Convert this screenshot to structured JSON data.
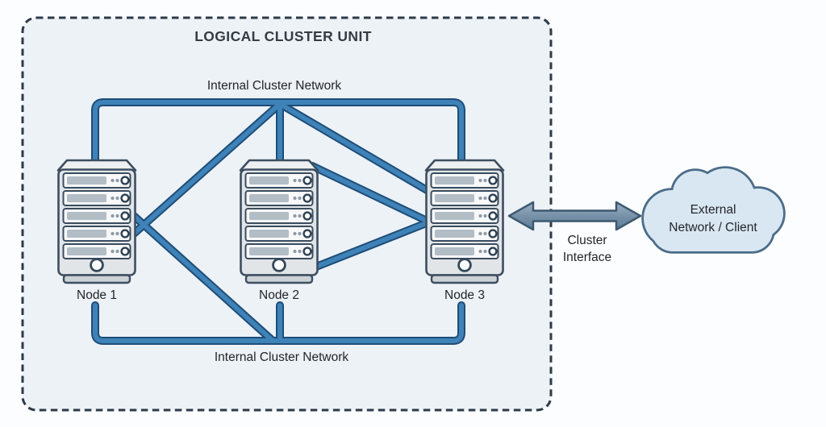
{
  "diagram": {
    "title": "LOGICAL CLUSTER UNIT",
    "top_network_label": "Internal Cluster Network",
    "bottom_network_label": "Internal Cluster Network",
    "nodes": [
      {
        "label": "Node 1"
      },
      {
        "label": "Node 2"
      },
      {
        "label": "Node 3"
      }
    ],
    "interface_label": {
      "line1": "Cluster",
      "line2": "Interface"
    },
    "cloud_label": {
      "line1": "External",
      "line2": "Network / Client"
    },
    "colors": {
      "cluster_box_fill": "#edf2f7",
      "cluster_box_border": "#2c3b49",
      "network_line": "#3e82b8",
      "network_line_edge": "#1e4d77",
      "arrow_fill": "#7d97ad",
      "arrow_border": "#3d5970",
      "cloud_fill": "#d9e7f2",
      "cloud_border": "#4c6c88",
      "server_fill": "#e2e5e8",
      "server_border": "#3c4e60",
      "text": "#22262a"
    }
  }
}
